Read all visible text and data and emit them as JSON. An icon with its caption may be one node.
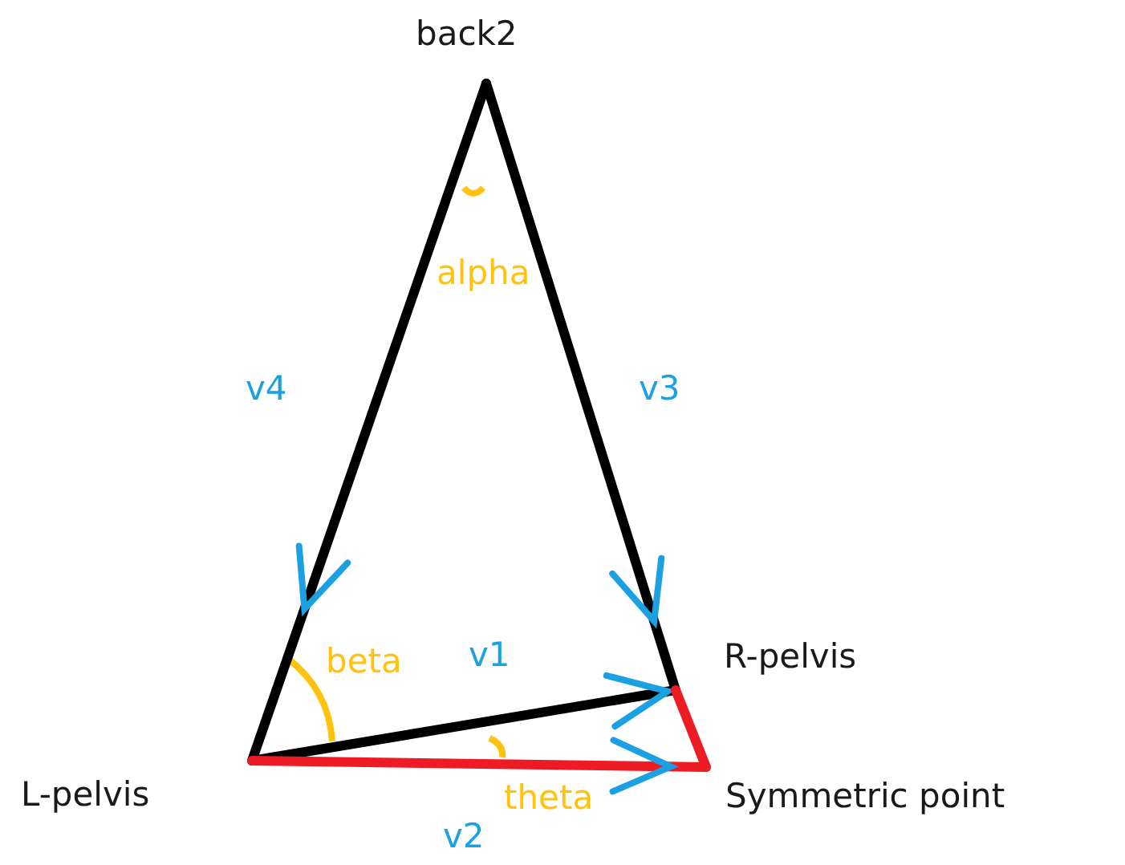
{
  "diagram": {
    "nodes": [
      {
        "text": [
          "back2"
        ]
      },
      {
        "text": [
          "L-pelvis"
        ]
      },
      {
        "text": [
          "R-pelvis"
        ]
      },
      {
        "text": [
          "Symmetric point"
        ]
      }
    ],
    "edges": [
      {
        "from": 0,
        "to": 1,
        "arrow": "to",
        "label": "v4"
      },
      {
        "from": 0,
        "to": 2,
        "arrow": "to",
        "label": "v3"
      },
      {
        "from": 1,
        "to": 2,
        "arrow": "to",
        "label": "v1"
      },
      {
        "from": 1,
        "to": 3,
        "arrow": "to",
        "label": "v2",
        "color": "#ed1c24"
      },
      {
        "from": 2,
        "to": 3,
        "arrow": "none",
        "color": "#ed1c24"
      }
    ],
    "labels": [
      "alpha",
      "beta",
      "theta"
    ]
  }
}
